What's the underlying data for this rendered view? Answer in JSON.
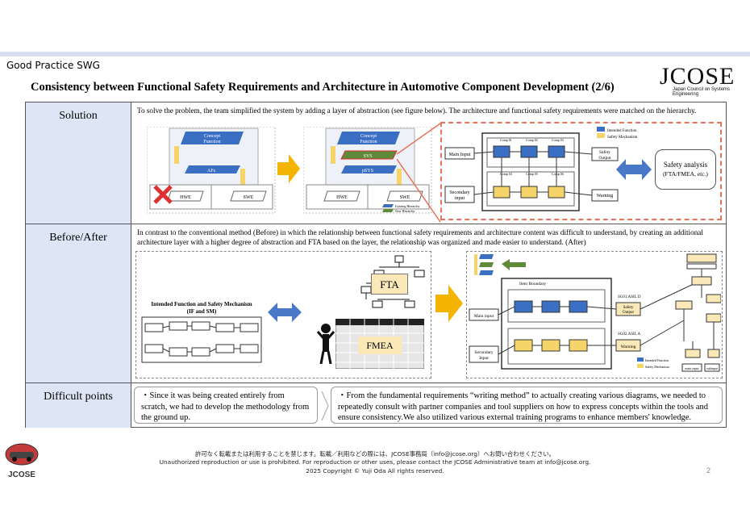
{
  "header": {
    "swg_label": "Good Practice SWG",
    "title": "Consistency between Functional Safety Requirements and Architecture in Automotive Component Development (2/6)",
    "logo_text": "JCOSE",
    "logo_subtitle": "Japan Council on Systems Engineering"
  },
  "rows": {
    "solution": {
      "label": "Solution",
      "text": "To solve the problem, the team simplified the system by adding a layer of abstraction (see figure below). The architecture and functional safety requirements were matched on the hierarchy.",
      "fig_left": {
        "concept": "Concept",
        "function": "Function",
        "afs": "AFs",
        "hwe": "HWE",
        "swe": "SWE"
      },
      "fig_mid": {
        "concept": "Concept",
        "function": "Function",
        "sys": "SYS",
        "psys": "pSYS",
        "hwe": "HWE",
        "swe": "SWE",
        "legend_existing": "Existing Hierarchy",
        "legend_new": "New Hierarchy"
      },
      "fig_right": {
        "legend_if": "Intended Function",
        "legend_sm": "Safety Mechanism",
        "main_input": "Main Input",
        "secondary_input_1": "Secondary",
        "secondary_input_2": "input",
        "safety_output_1": "Safety",
        "safety_output_2": "Output",
        "warning": "Warning",
        "comp_labels": [
          "Comp 01",
          "Comp 02",
          "Comp 03",
          "Comp 04",
          "Comp 05",
          "Comp 06"
        ]
      },
      "analysis_1": "Safety analysis",
      "analysis_2": "(FTA/FMEA, etc.)"
    },
    "before_after": {
      "label": "Before/After",
      "text": "In contrast to the conventional method (Before) in which the relationship between functional safety requirements and architecture content was difficult to understand, by creating an additional architecture layer with a higher degree of abstraction and FTA based on the layer, the relationship was organized and made easier to understand. (After)",
      "before_title_1": "Intended Function and Safety Mechanism",
      "before_title_2": "(IF and SM)",
      "fta": "FTA",
      "fmea": "FMEA",
      "after": {
        "item_boundary": "Item Boundary",
        "main_input": "Main input",
        "secondary_1": "Secondary",
        "secondary_2": "Input",
        "sg01": "SG01.ASIL D",
        "sg02": "SG02.ASIL A",
        "safety_output_1": "Safety",
        "safety_output_2": "Output",
        "warning": "Warning",
        "legend_if": "Intended Function",
        "legend_sm": "Safety Mechanism",
        "fta_main": "main input",
        "fta_sub": "subinput"
      }
    },
    "difficult_points": {
      "label": "Difficult points",
      "left": "・Since it was being created entirely from scratch, we had to develop the methodology from the ground up.",
      "right": "・From the fundamental requirements “writing method” to actually creating various diagrams, we needed to repeatedly consult with partner companies and tool suppliers on how to express concepts within the tools and ensure consistency.We also utilized various external training programs to enhance members' knowledge."
    }
  },
  "footer": {
    "line1": "許可なく転載または利用することを禁じます。転載／利用などの際には、JCOSE事務局（info@jcose.org）へお問い合わせください。",
    "line2": "Unauthorized reproduction or use is prohibited.  For reproduction or other uses, please contact the JCOSE Administrative team at info@jcose.org.",
    "line3": "2025 Copyright © Yuji Oda All rights reserved.",
    "page": "2",
    "small_logo": "JCOSE"
  },
  "colors": {
    "label_bg": "#dce6f4",
    "blue_shape": "#3a6fc4",
    "yellow": "#f5d46a",
    "orange_arrow": "#f5b400",
    "dashed_red": "#e8735a",
    "double_arrow": "#4a78c8"
  }
}
